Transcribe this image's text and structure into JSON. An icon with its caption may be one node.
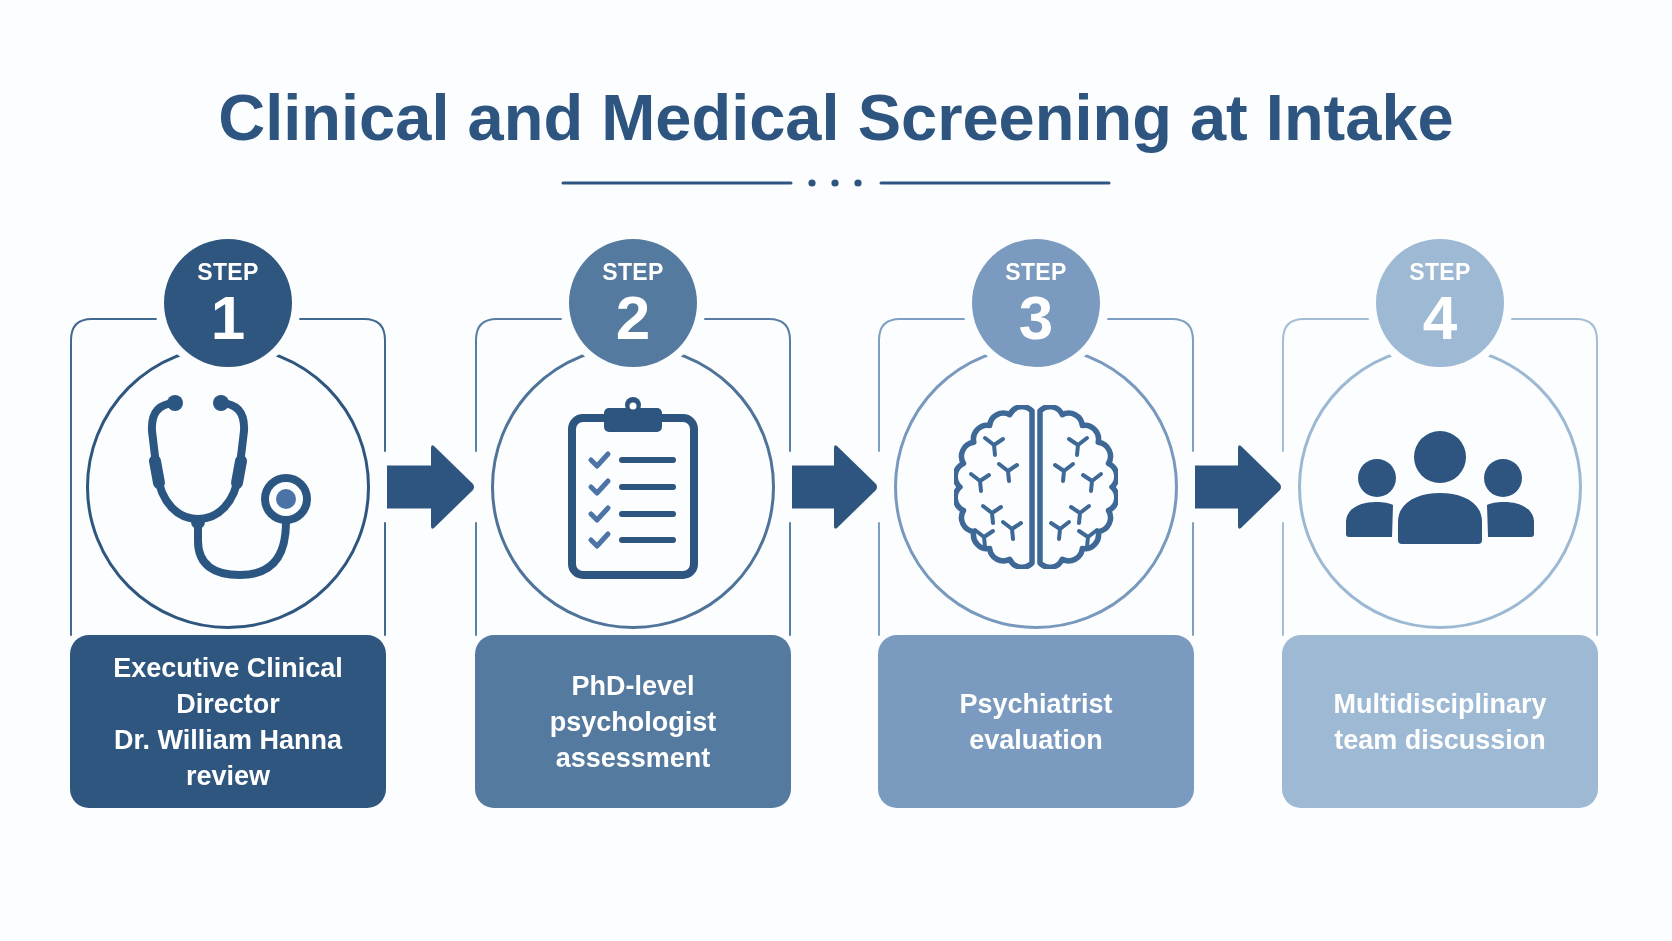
{
  "diagram": {
    "title": "Clinical and Medical Screening at Intake",
    "nodes": [
      {
        "text": [
          "STEP",
          "1",
          "Executive Clinical Director",
          "Dr. William Hanna review"
        ]
      },
      {
        "text": [
          "STEP",
          "2",
          "PhD-level psychologist assessment"
        ]
      },
      {
        "text": [
          "STEP",
          "3",
          "Psychiatrist evaluation"
        ]
      },
      {
        "text": [
          "STEP",
          "4",
          "Multidisciplinary team discussion"
        ]
      }
    ],
    "edges": [
      {
        "from": 0,
        "to": 1,
        "arrow": "to"
      },
      {
        "from": 1,
        "to": 2,
        "arrow": "to"
      },
      {
        "from": 2,
        "to": 3,
        "arrow": "to"
      }
    ]
  }
}
